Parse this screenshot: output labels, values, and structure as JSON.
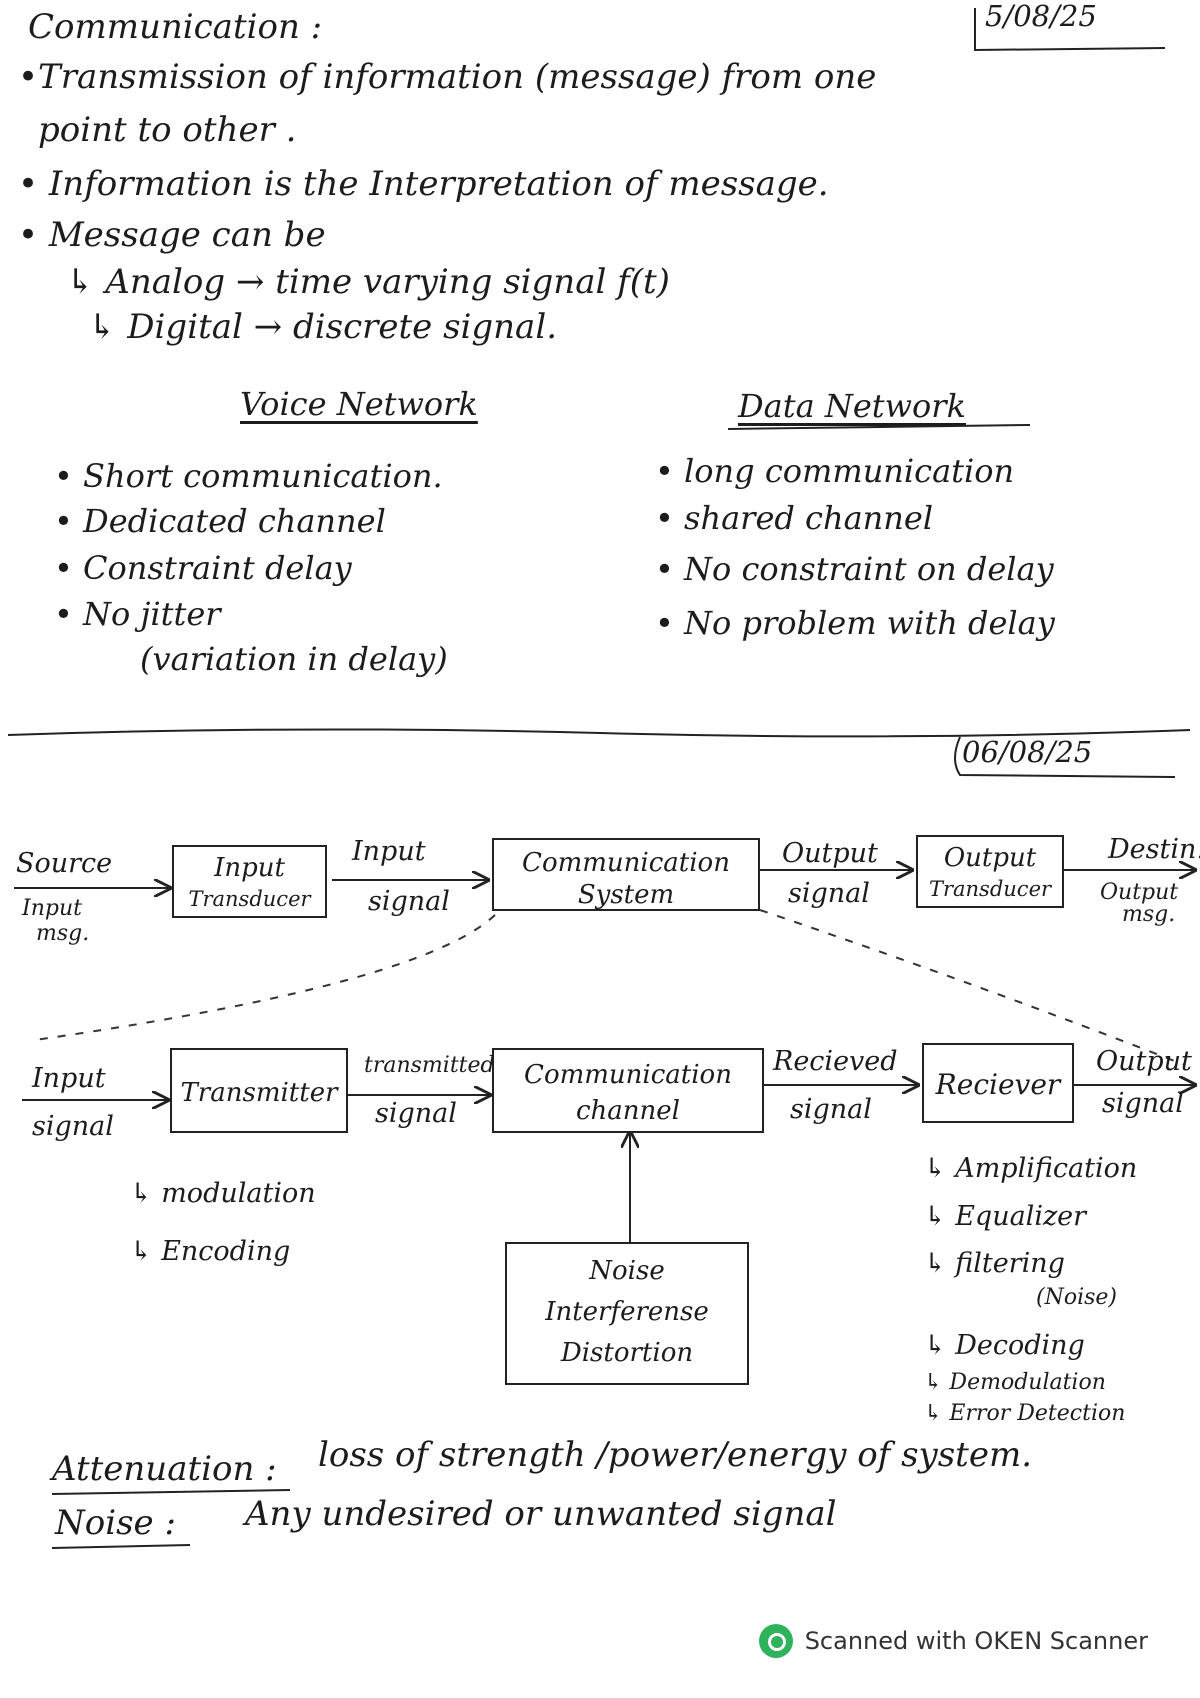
{
  "header": {
    "title": "Communication :",
    "date": "5/08/25"
  },
  "bullets": {
    "b1_line1": "•Transmission   of   information  (message)  from  one",
    "b1_line2": "point   to   other .",
    "b2": "• Information   is   the   Interpretation  of  message.",
    "b3": "• Message   can   be",
    "analog": "↳ Analog  → time  varying  signal  f(t)",
    "digital": "↳ Digital  →  discrete   signal."
  },
  "voice_network": {
    "heading": "Voice   Network",
    "items": [
      "• Short   communication.",
      "• Dedicated   channel",
      "• Constraint  delay",
      "• No  jitter"
    ],
    "note": "(variation  in  delay)"
  },
  "data_network": {
    "heading": "Data   Network",
    "items": [
      "• long   communication",
      "• shared   channel",
      "• No  constraint  on  delay",
      "• No  problem   with  delay"
    ]
  },
  "section2": {
    "date": "06/08/25"
  },
  "top_diagram": {
    "source": "Source",
    "input_msg_1": "Input",
    "input_msg_2": "msg.",
    "input_transducer_1": "Input",
    "input_transducer_2": "Transducer",
    "input_signal_1": "Input",
    "input_signal_2": "signal",
    "comm_system_1": "Communication",
    "comm_system_2": "System",
    "output_signal_1": "Output",
    "output_signal_2": "signal",
    "output_transducer_1": "Output",
    "output_transducer_2": "Transducer",
    "destination": "Destin.",
    "output_msg_1": "Output",
    "output_msg_2": "msg."
  },
  "bottom_diagram": {
    "input_signal_1": "Input",
    "input_signal_2": "signal",
    "transmitter": "Transmitter",
    "transmitted_1": "transmitted",
    "transmitted_2": "signal",
    "channel_1": "Communication",
    "channel_2": "channel",
    "received_1": "Recieved",
    "received_2": "signal",
    "receiver": "Reciever",
    "output_1": "Output",
    "output_2": "signal",
    "tx_items": [
      "↳ modulation",
      "↳ Encoding"
    ],
    "noise_1": "Noise",
    "noise_2": "Interferense",
    "noise_3": "Distortion",
    "rx_items": [
      "↳ Amplification",
      "↳ Equalizer",
      "↳ filtering",
      "(Noise)",
      "↳ Decoding",
      "↳ Demodulation",
      "↳ Error Detection"
    ]
  },
  "definitions": {
    "attenuation_term": "Attenuation :",
    "attenuation_text": "loss   of   strength /power/energy   of   system.",
    "noise_term": "Noise :",
    "noise_text": "Any    undesired    or    unwanted   signal"
  },
  "footer": {
    "text": "Scanned with OKEN Scanner"
  }
}
